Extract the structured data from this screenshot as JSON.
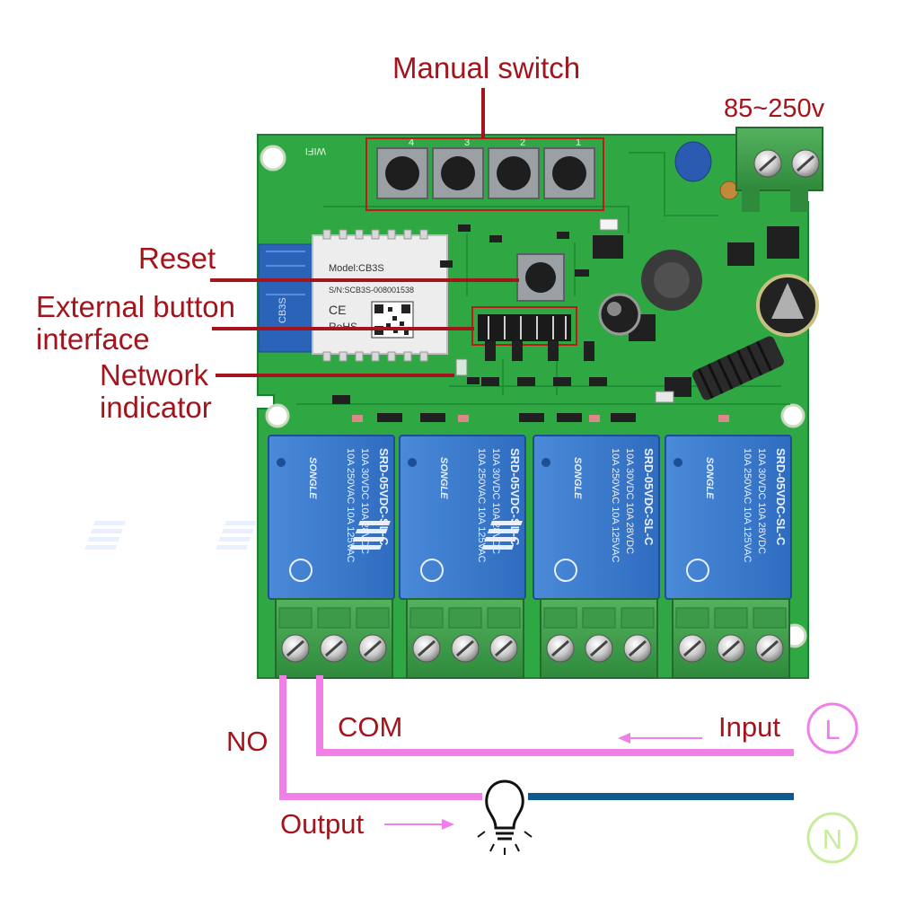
{
  "annotations": {
    "manual_switch": "Manual switch",
    "voltage": "85~250v",
    "reset": "Reset",
    "external_button_line1": "External button",
    "external_button_line2": "interface",
    "network_line1": "Network",
    "network_line2": "indicator"
  },
  "wiring": {
    "no": "NO",
    "com": "COM",
    "input": "Input",
    "output": "Output",
    "line_terminal": "L",
    "neutral_terminal": "N"
  },
  "board": {
    "wifi_silk": "WIFI",
    "module_model": "Model:CB3S",
    "module_serial": "S/N:SCB3S-008001538",
    "module_ce": "CE",
    "module_rohs": "RoHS",
    "module_side": "CB3S",
    "button_numbers": [
      "4",
      "3",
      "2",
      "1"
    ]
  },
  "relays": [
    {
      "brand": "SONGLE",
      "rating1": "10A 250VAC 10A 125VAC",
      "rating2": "10A 30VDC 10A 28VDC",
      "model": "SRD-05VDC-SL-C"
    },
    {
      "brand": "SONGLE",
      "rating1": "10A 250VAC 10A 125VAC",
      "rating2": "10A 30VDC 10A 28VDC",
      "model": "SRD-05VDC-SL-C"
    },
    {
      "brand": "SONGLE",
      "rating1": "10A 250VAC 10A 125VAC",
      "rating2": "10A 30VDC 10A 28VDC",
      "model": "SRD-05VDC-SL-C"
    },
    {
      "brand": "SONGLE",
      "rating1": "10A 250VAC 10A 125VAC",
      "rating2": "10A 30VDC 10A 28VDC",
      "model": "SRD-05VDC-SL-C"
    }
  ],
  "colors": {
    "annotation": "#a3141c",
    "pcb": "#2eaa46",
    "relay": "#3a78c8",
    "terminal": "#3f9a4c",
    "live_wire": "#f080e8",
    "neutral_wire": "#0f5a8c",
    "neutral_circle": "#c8ec9a"
  }
}
